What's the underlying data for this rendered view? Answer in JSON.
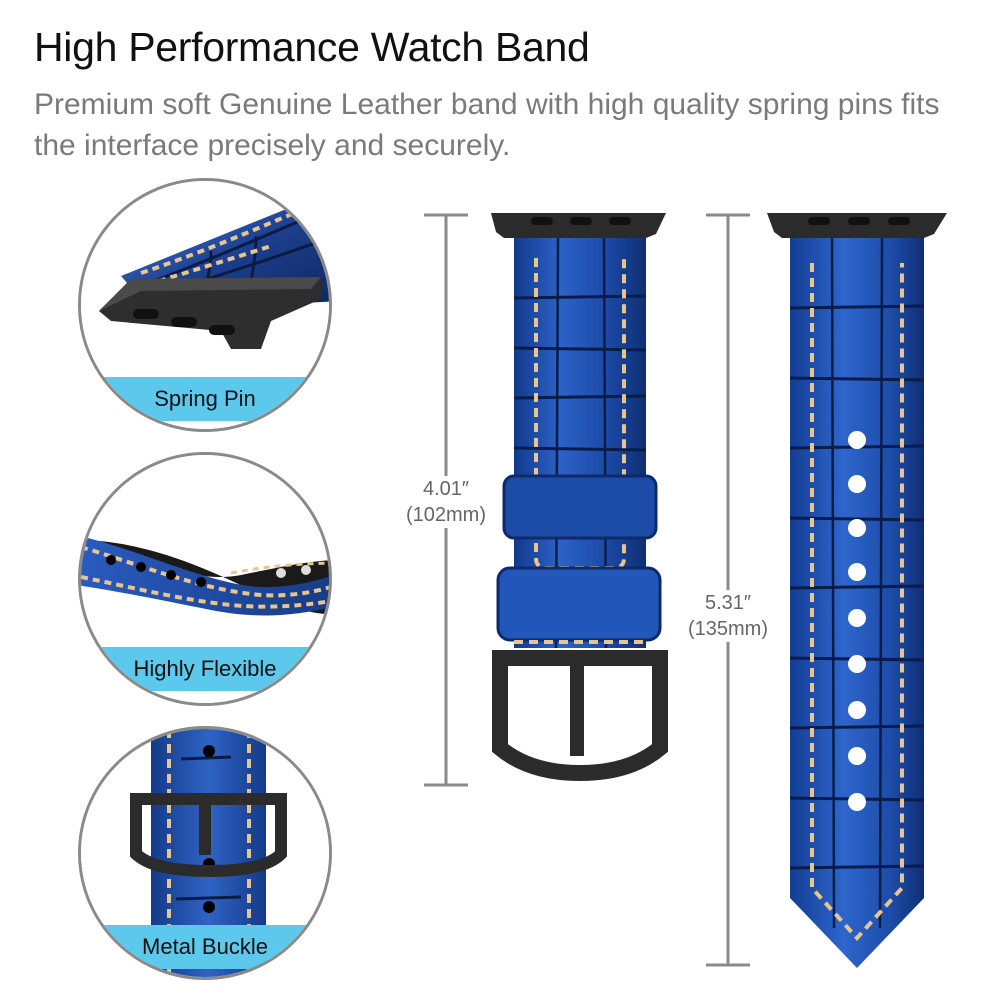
{
  "header": {
    "title": "High Performance Watch Band",
    "subtitle": "Premium soft Genuine Leather band with high quality spring pins fits the interface precisely and securely."
  },
  "features": [
    {
      "label": "Spring Pin",
      "icon": "spring-pin-closeup"
    },
    {
      "label": "Highly Flexible",
      "icon": "flexible-strap-closeup"
    },
    {
      "label": "Metal Buckle",
      "icon": "buckle-closeup"
    }
  ],
  "measurements": {
    "short_strap": {
      "inches": "4.01″",
      "mm": "(102mm)"
    },
    "long_strap": {
      "inches": "5.31″",
      "mm": "(135mm)"
    }
  },
  "colors": {
    "leather": "#1f4fa8",
    "stitch": "#e8c48e",
    "hardware": "#2b2b2b",
    "label_band": "#5bc8ec",
    "border": "#8a8a8a",
    "dimension_line": "#8a8a8a"
  }
}
